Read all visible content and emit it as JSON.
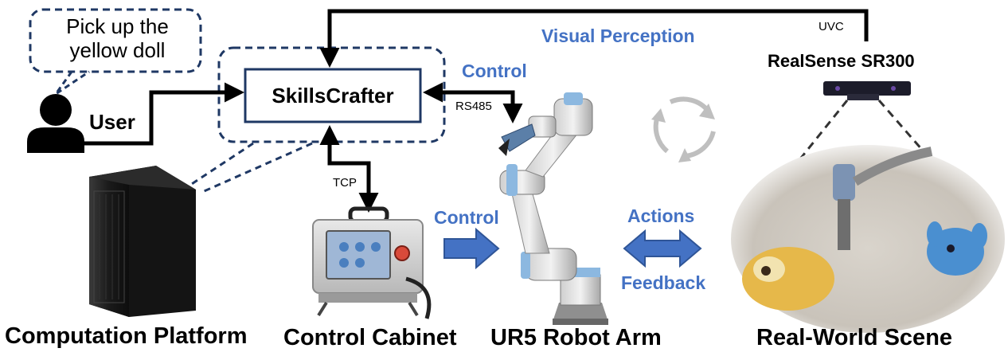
{
  "speech_bubble": {
    "text": "Pick up the yellow doll"
  },
  "nodes": {
    "user": "User",
    "skillscrafter": "SkillsCrafter",
    "camera": "RealSense SR300"
  },
  "edges": {
    "uvc": "UVC",
    "visual_perception": "Visual Perception",
    "control_top": "Control",
    "rs485": "RS485",
    "tcp": "TCP",
    "control_mid": "Control",
    "actions": "Actions",
    "feedback": "Feedback"
  },
  "captions": {
    "computation_platform": "Computation Platform",
    "control_cabinet": "Control Cabinet",
    "robot_arm": "UR5 Robot Arm",
    "scene": "Real-World Scene"
  },
  "colors": {
    "accent_blue": "#4472C4",
    "box_border": "#1F3864",
    "line": "#000000"
  }
}
